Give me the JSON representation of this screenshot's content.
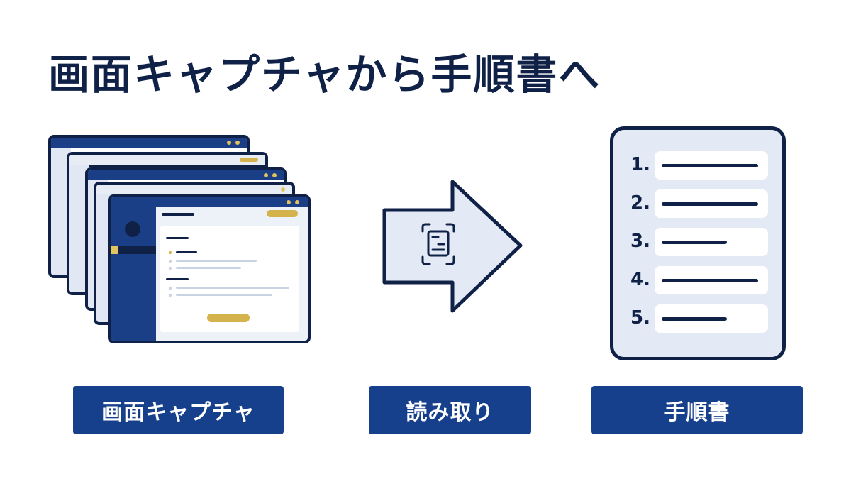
{
  "title": "画面キャプチャから手順書へ",
  "colors": {
    "navy": "#0f2147",
    "blue": "#16408b",
    "gold": "#d4b24c",
    "light": "#e4eaf5"
  },
  "icons": {
    "arrow": "right-arrow-icon",
    "scan": "scan-icon",
    "screens": "stacked-screenshots-icon",
    "document": "procedure-document-icon"
  },
  "document": {
    "items": [
      {
        "number": "1.",
        "line_fraction": 0.85
      },
      {
        "number": "2.",
        "line_fraction": 0.85
      },
      {
        "number": "3.",
        "line_fraction": 0.58
      },
      {
        "number": "4.",
        "line_fraction": 0.85
      },
      {
        "number": "5.",
        "line_fraction": 0.58
      }
    ]
  },
  "labels": {
    "capture": "画面キャプチャ",
    "reading": "読み取り",
    "manual": "手順書"
  }
}
